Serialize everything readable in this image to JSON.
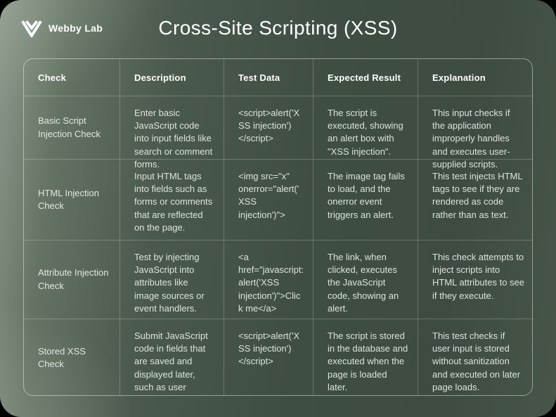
{
  "brand": {
    "name": "Webby Lab",
    "icon": "webbylab-w-icon"
  },
  "title": "Cross-Site Scripting (XSS)",
  "colors": {
    "outer_background": "#000000",
    "card_light": "#8d9a8d",
    "card_dark": "#3d4b41",
    "heading_text": "#ffffff",
    "body_text": "#dde3dc",
    "table_border": "rgba(255,255,255,0.45)",
    "divider": "rgba(255,255,255,0.22)"
  },
  "table": {
    "headers": [
      "Check",
      "Description",
      "Test Data",
      "Expected Result",
      "Explanation"
    ],
    "rows": [
      {
        "check": "Basic Script Injection Check",
        "description": "Enter basic JavaScript code into input fields like search or comment forms.",
        "test_data": "<script>alert('XSS injection')</script>",
        "expected_result": "The script is executed, showing an alert box with \"XSS injection\".",
        "explanation": "This input checks if the application improperly handles and executes user-supplied scripts."
      },
      {
        "check": "HTML Injection Check",
        "description": "Input HTML tags into fields such as forms or comments that are reflected on the page.",
        "test_data": "<img src=\"x\" onerror=\"alert('XSS injection')\">",
        "expected_result": "The image tag fails to load, and the onerror event triggers an alert.",
        "explanation": "This test injects HTML tags to see if they are rendered as code rather than as text."
      },
      {
        "check": "Attribute Injection Check",
        "description": "Test by injecting JavaScript into attributes like image sources or event handlers.",
        "test_data": "<a href=\"javascript:alert('XSS injection')\">Click me</a>",
        "expected_result": "The link, when clicked, executes the JavaScript code, showing an alert.",
        "explanation": "This check attempts to inject scripts into HTML attributes to see if they execute."
      },
      {
        "check": "Stored XSS Check",
        "description": "Submit JavaScript code in fields that are saved and displayed later, such as user profiles or comments.",
        "test_data": "<script>alert('XSS injection')</script>",
        "expected_result": "The script is stored in the database and executed when the page is loaded later.",
        "explanation": "This test checks if user input is stored without sanitization and executed on later page loads."
      }
    ]
  }
}
